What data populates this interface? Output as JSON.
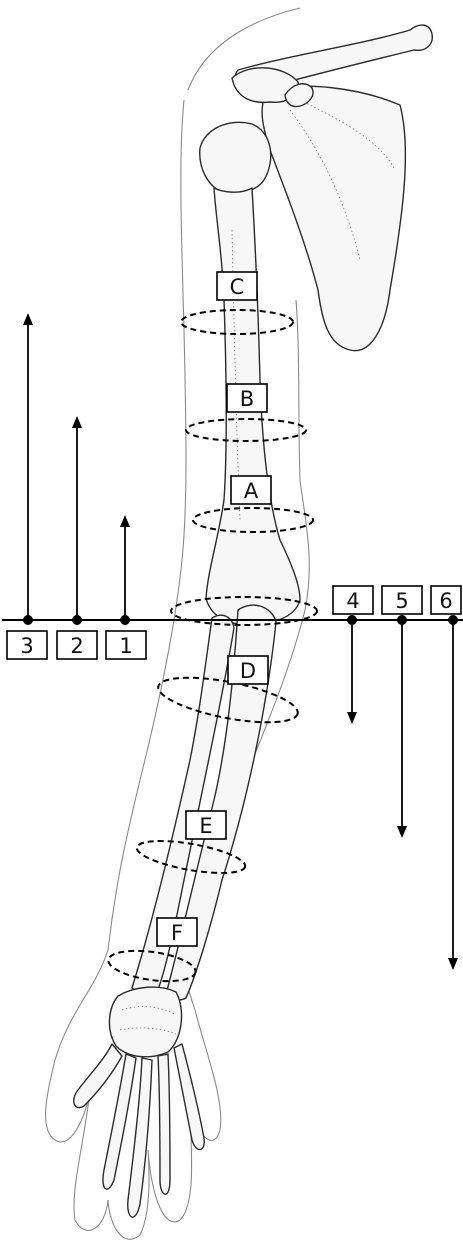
{
  "section_labels": {
    "a": "A",
    "b": "B",
    "c": "C",
    "d": "D",
    "e": "E",
    "f": "F"
  },
  "distance_labels": {
    "upper_1": "1",
    "upper_2": "2",
    "upper_3": "3",
    "lower_4": "4",
    "lower_5": "5",
    "lower_6": "6"
  },
  "icons": {
    "illustration": "arm-skeleton-icon"
  }
}
